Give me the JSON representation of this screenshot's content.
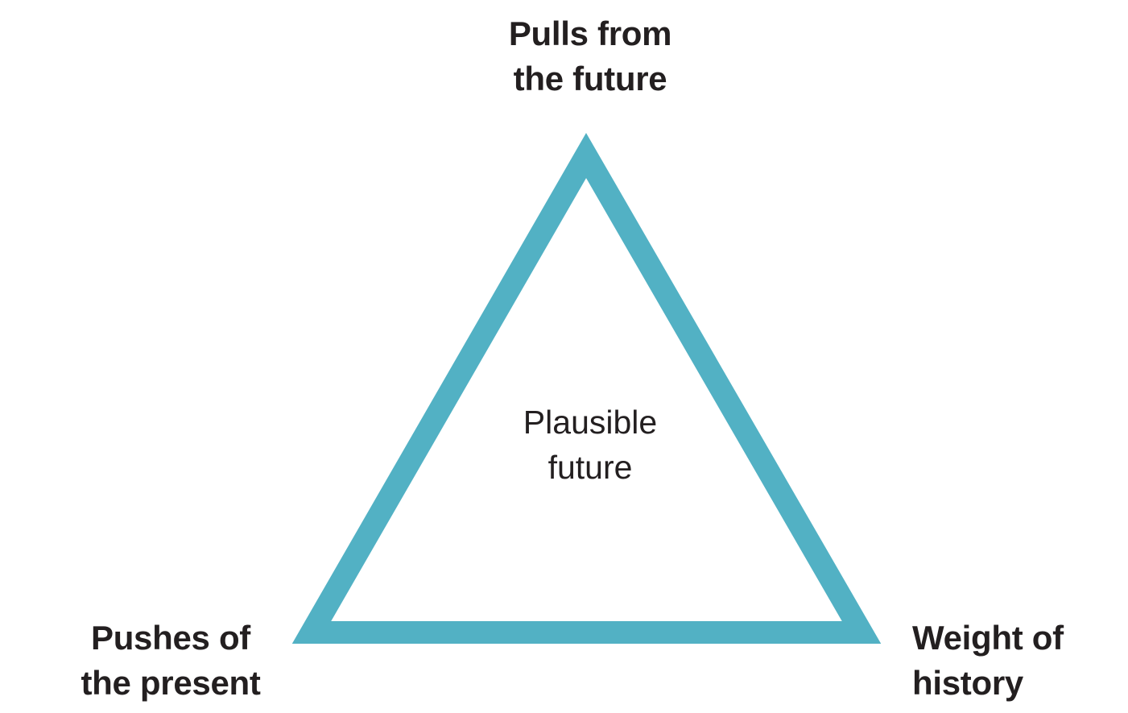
{
  "diagram": {
    "shape_color": "#52b1c4",
    "text_color": "#231f20",
    "vertices": {
      "top": {
        "line1": "Pulls from",
        "line2": "the future"
      },
      "bottom_left": {
        "line1": "Pushes of",
        "line2": "the present"
      },
      "bottom_right": {
        "line1": "Weight of",
        "line2": "history"
      }
    },
    "center": {
      "line1": "Plausible",
      "line2": "future"
    }
  }
}
